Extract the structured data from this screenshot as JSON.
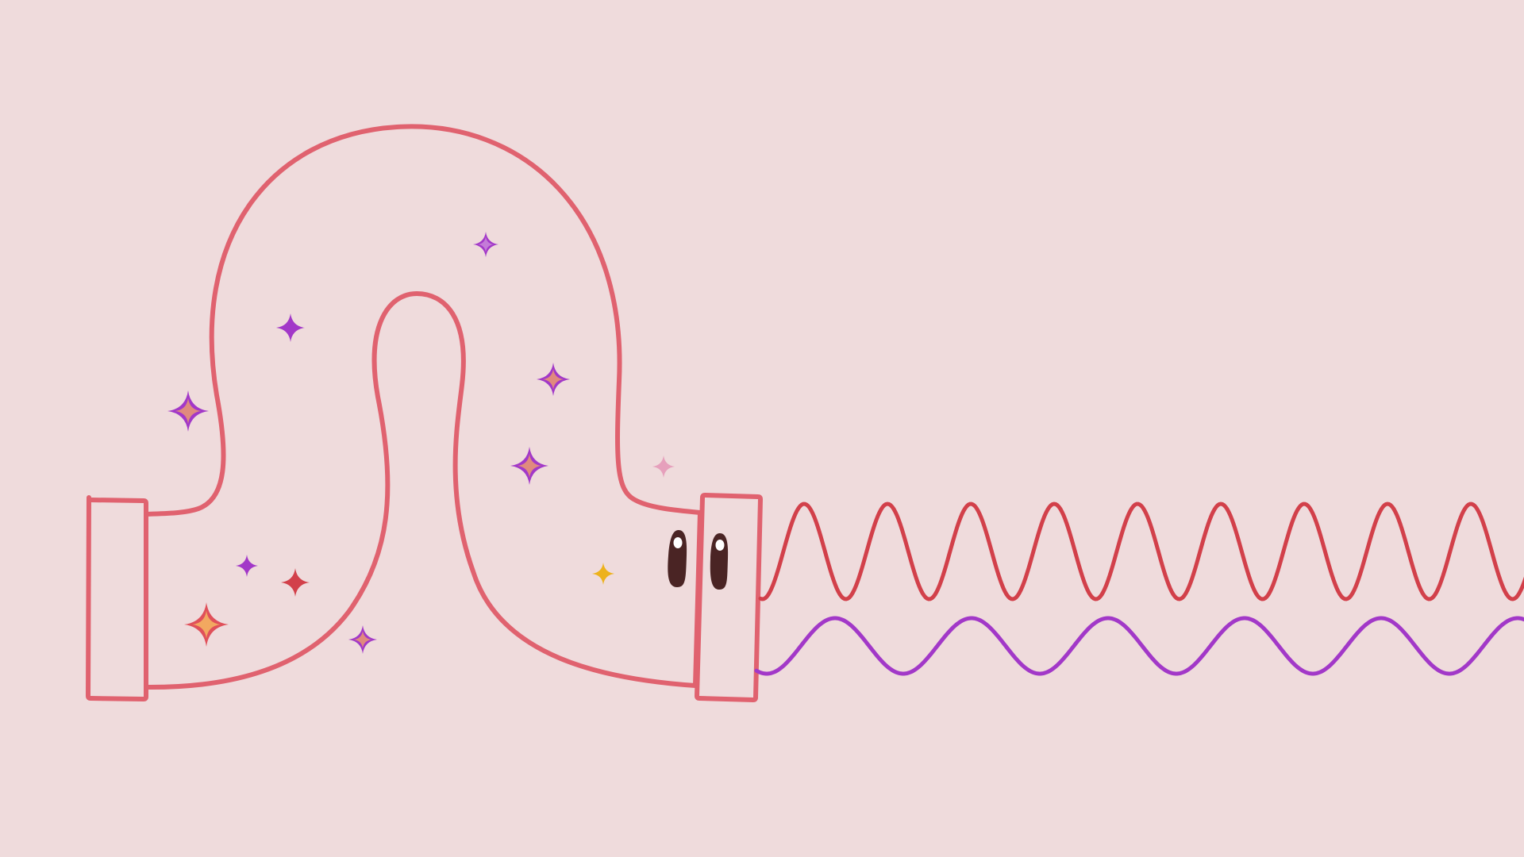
{
  "scene": {
    "background_color": "#EFDBDC",
    "tube_outline_color": "#E0626F",
    "tube_fill_color": "#EFDBDC",
    "left_cap_color": "#E0626F",
    "right_cap_color": "#E0626F",
    "eye_color": "#4A2424",
    "eye_highlight_color": "#FFFFFF",
    "waves": [
      {
        "name": "upper-wave",
        "color": "#D2404A",
        "cycles": 9
      },
      {
        "name": "lower-wave",
        "color": "#A238C8",
        "cycles": 6
      }
    ],
    "sparkles": [
      {
        "name": "sparkle-purple-large",
        "outer": "#A238C8",
        "inner": "#E08A7E"
      },
      {
        "name": "sparkle-purple-small",
        "outer": "#A238C8",
        "inner": "#A238C8"
      },
      {
        "name": "sparkle-purple-top",
        "outer": "#A238C8",
        "inner": "#C47BD8"
      },
      {
        "name": "sparkle-purple-mid-right",
        "outer": "#A238C8",
        "inner": "#E08A7E"
      },
      {
        "name": "sparkle-purple-mid",
        "outer": "#A238C8",
        "inner": "#E08A7E"
      },
      {
        "name": "sparkle-pink",
        "outer": "#E6A0BC",
        "inner": "#E6A0BC"
      },
      {
        "name": "sparkle-yellow",
        "outer": "#EDB21C",
        "inner": "#EDB21C"
      },
      {
        "name": "sparkle-purple-tiny",
        "outer": "#A238C8",
        "inner": "#A238C8"
      },
      {
        "name": "sparkle-red-small",
        "outer": "#D2404A",
        "inner": "#D2404A"
      },
      {
        "name": "sparkle-orange-large",
        "outer": "#E0505A",
        "inner": "#F2A860"
      },
      {
        "name": "sparkle-purple-bottom",
        "outer": "#A238C8",
        "inner": "#E08A7E"
      }
    ]
  }
}
